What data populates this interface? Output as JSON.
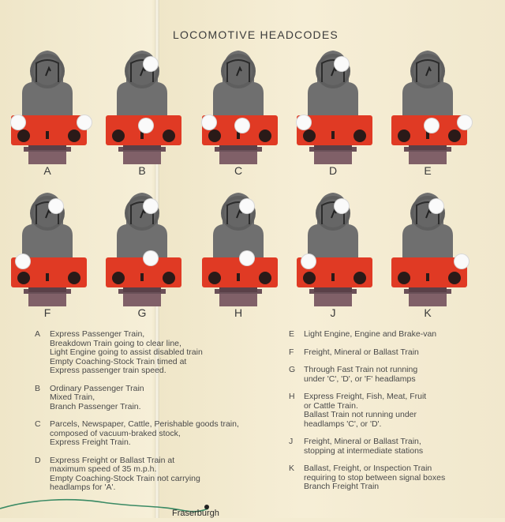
{
  "title": "LOCOMOTIVE HEADCODES",
  "colors": {
    "body": "#6f6f6f",
    "buffer": "#e03a24",
    "lamp": "#fafafa",
    "frame": "#806068"
  },
  "locomotives": [
    {
      "label": "A"
    },
    {
      "label": "B"
    },
    {
      "label": "C"
    },
    {
      "label": "D"
    },
    {
      "label": "E"
    },
    {
      "label": "F"
    },
    {
      "label": "G"
    },
    {
      "label": "H"
    },
    {
      "label": "J"
    },
    {
      "label": "K"
    }
  ],
  "legend_left": [
    {
      "code": "A",
      "lines": [
        "Express Passenger Train,",
        "Breakdown Train going to clear line,",
        "Light Engine going to assist disabled train",
        "Empty Coaching-Stock Train timed at",
        "Express passenger train speed."
      ]
    },
    {
      "code": "B",
      "lines": [
        "Ordinary Passenger Train",
        "Mixed Train,",
        "Branch Passenger Train."
      ]
    },
    {
      "code": "C",
      "lines": [
        "Parcels, Newspaper, Cattle, Perishable goods train,",
        "composed of vacuum-braked stock,",
        "Express Freight Train."
      ]
    },
    {
      "code": "D",
      "lines": [
        "Express Freight or Ballast Train at",
        "maximum speed of 35 m.p.h.",
        "Empty Coaching-Stock Train not carrying",
        "headlamps for 'A'."
      ]
    }
  ],
  "legend_right": [
    {
      "code": "E",
      "lines": [
        "Light Engine, Engine and Brake-van"
      ]
    },
    {
      "code": "F",
      "lines": [
        "Freight, Mineral or Ballast Train"
      ]
    },
    {
      "code": "G",
      "lines": [
        "Through Fast Train not running",
        "under 'C', 'D', or 'F' headlamps"
      ]
    },
    {
      "code": "H",
      "lines": [
        "Express Freight, Fish, Meat, Fruit",
        "or Cattle Train.",
        "Ballast Train not running under",
        "headlamps 'C', or 'D'."
      ]
    },
    {
      "code": "J",
      "lines": [
        "Freight, Mineral or Ballast Train,",
        "stopping at intermediate stations"
      ]
    },
    {
      "code": "K",
      "lines": [
        "Ballast, Freight, or Inspection Train",
        "requiring to  stop between signal boxes",
        "Branch Freight Train"
      ]
    }
  ],
  "map": {
    "place": "Fraserburgh"
  }
}
